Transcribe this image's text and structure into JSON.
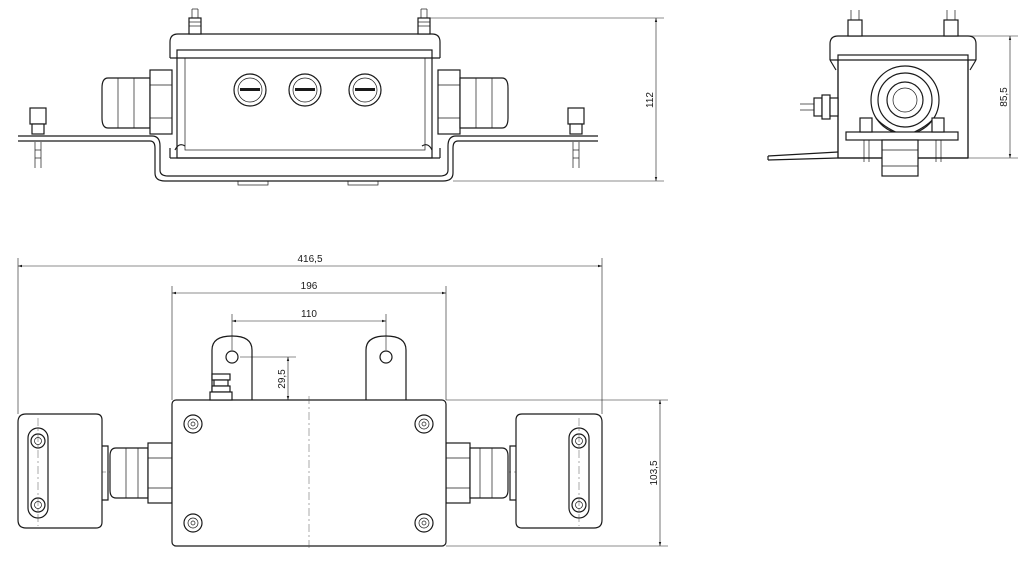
{
  "drawing": {
    "views": [
      "side-view",
      "end-view",
      "top-view"
    ],
    "dimensions": {
      "overall_height": "112",
      "end_height": "85,5",
      "overall_length": "416,5",
      "body_length": "196",
      "bracket_spacing": "110",
      "bracket_offset": "29,5",
      "body_width": "103,5"
    }
  }
}
